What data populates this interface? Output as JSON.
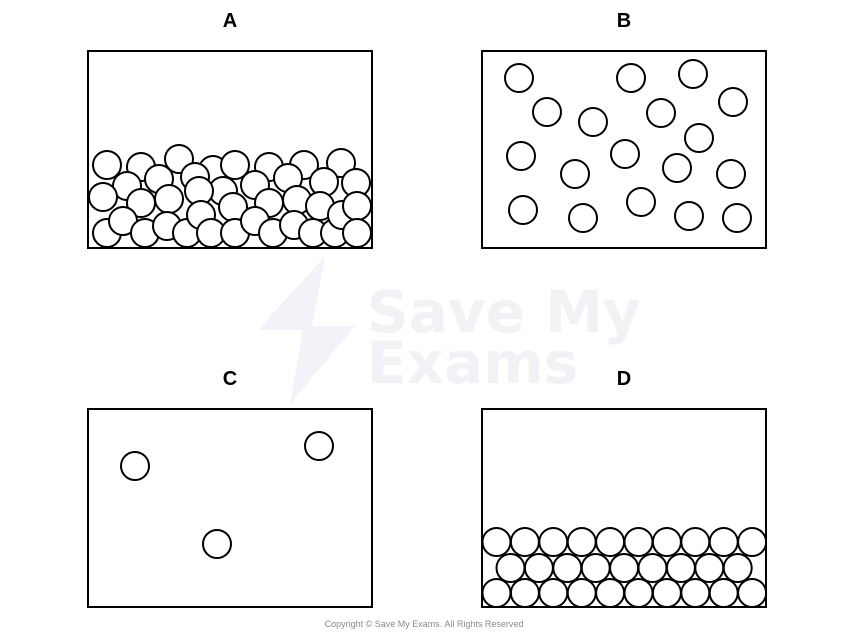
{
  "panels": [
    {
      "id": "A",
      "label": "A",
      "state": "liquid"
    },
    {
      "id": "B",
      "label": "B",
      "state": "gas"
    },
    {
      "id": "C",
      "label": "C",
      "state": "gas-low-density"
    },
    {
      "id": "D",
      "label": "D",
      "state": "solid"
    }
  ],
  "watermark": {
    "line1": "Save My",
    "line2": "Exams",
    "icon": "lightning-bolt-icon"
  },
  "copyright": "Copyright © Save My Exams. All Rights Reserved",
  "colors": {
    "outline": "#000000",
    "particle_fill": "#ffffff",
    "watermark": "#f1f2f5",
    "copyright": "#8a8a8a"
  }
}
